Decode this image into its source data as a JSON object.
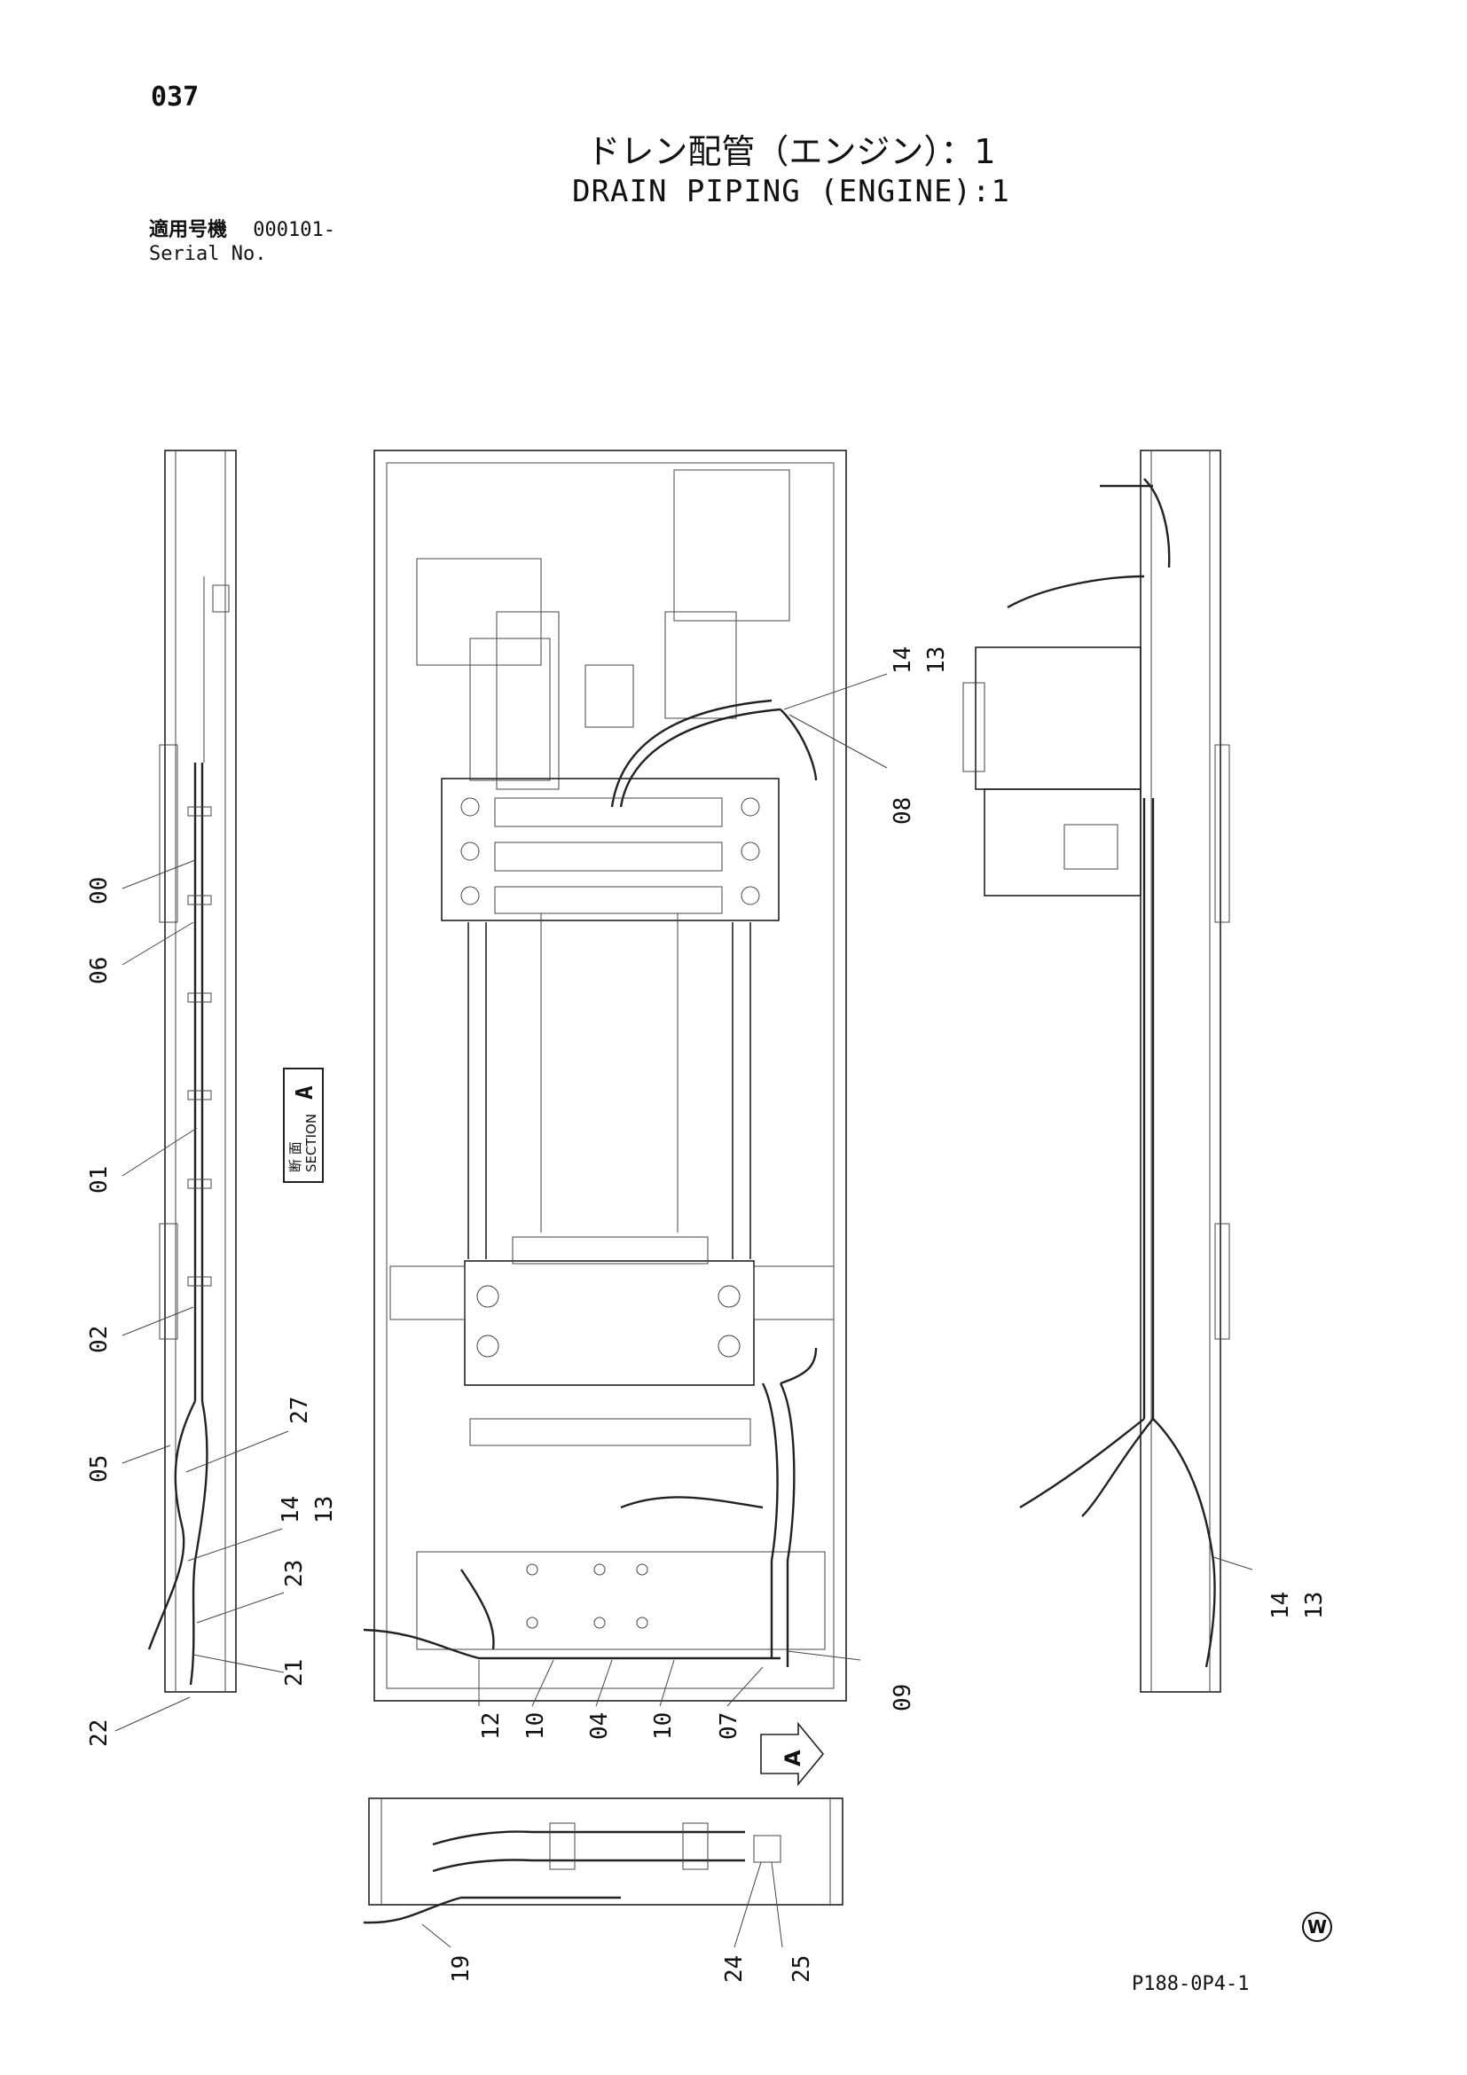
{
  "page_number": "037",
  "title_jp": "ドレン配管（エンジン）：1",
  "title_en": "DRAIN PIPING (ENGINE):1",
  "serial": {
    "label_jp": "適用号機",
    "value": "000101-",
    "label_en": "Serial No."
  },
  "section_label": {
    "jp": "断 面",
    "en": "SECTION",
    "letter": "A"
  },
  "view_arrow_letter": "A",
  "callouts": {
    "c00": "00",
    "c06": "06",
    "c01": "01",
    "c02": "02",
    "c05": "05",
    "c27": "27",
    "c14a": "14",
    "c13a": "13",
    "c23": "23",
    "c21": "21",
    "c22": "22",
    "c14b": "14",
    "c13b": "13",
    "c08": "08",
    "c12": "12",
    "c10a": "10",
    "c04": "04",
    "c10b": "10",
    "c07": "07",
    "c09": "09",
    "c14c": "14",
    "c13c": "13",
    "c19": "19",
    "c24": "24",
    "c25": "25"
  },
  "watermark_symbol": "W",
  "drawing_code": "P188-0P4-1"
}
